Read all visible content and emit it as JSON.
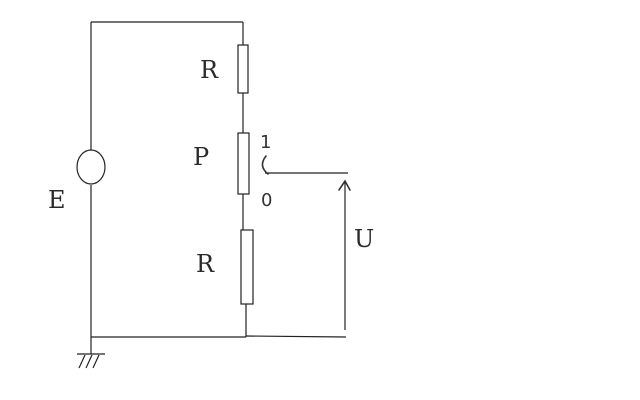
{
  "labels": {
    "source": "E",
    "resistor_top": "R",
    "potentiometer": "P",
    "resistor_bottom": "R",
    "voltage": "U",
    "wiper_max": "1",
    "wiper_min": "0"
  },
  "colors": {
    "line": "#222222",
    "background": "#ffffff"
  }
}
